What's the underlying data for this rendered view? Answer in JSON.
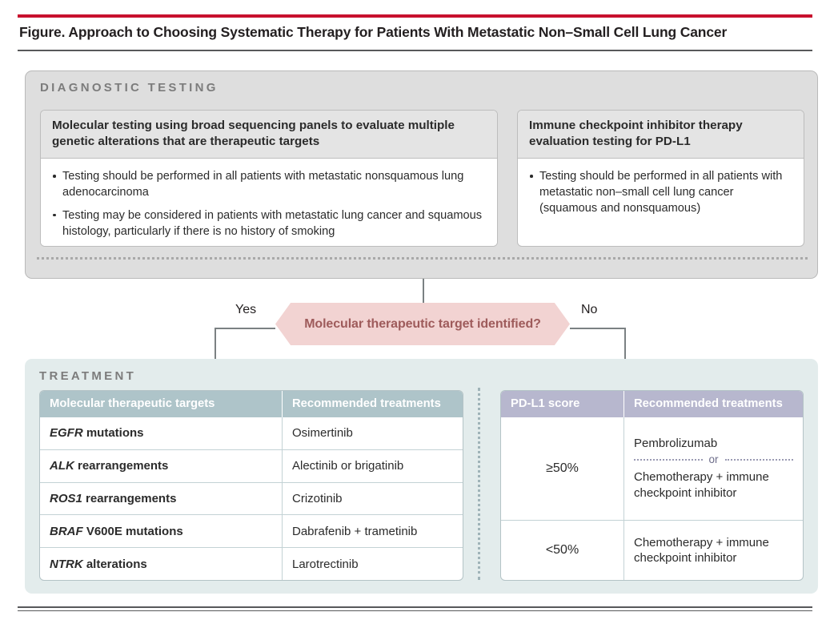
{
  "figure": {
    "title": "Figure. Approach to Choosing Systematic Therapy for Patients With Metastatic Non–Small Cell Lung Cancer",
    "accent_rule_color": "#c8102e"
  },
  "diagnostic": {
    "section_label": "DIAGNOSTIC TESTING",
    "boxes": [
      {
        "heading": "Molecular testing using broad sequencing panels to evaluate multiple genetic alterations that are therapeutic targets",
        "bullets": [
          "Testing should be performed in all patients with metastatic nonsquamous lung adenocarcinoma",
          "Testing may be considered in patients with metastatic lung cancer and squamous histology, particularly if there is no history of smoking"
        ]
      },
      {
        "heading": "Immune checkpoint inhibitor therapy evaluation testing for PD-L1",
        "bullets": [
          "Testing should be performed in all patients with metastatic non–small cell lung cancer (squamous and nonsquamous)"
        ]
      }
    ]
  },
  "decision": {
    "question": "Molecular therapeutic target identified?",
    "yes_label": "Yes",
    "no_label": "No",
    "fill_color": "#f2d3d2",
    "text_color": "#9e5b5b"
  },
  "treatment": {
    "section_label": "TREATMENT",
    "molecular_table": {
      "headers": [
        "Molecular therapeutic targets",
        "Recommended treatments"
      ],
      "header_bg": "#aec4c9",
      "rows": [
        {
          "gene": "EGFR",
          "target_rest": " mutations",
          "treatment": "Osimertinib"
        },
        {
          "gene": "ALK",
          "target_rest": " rearrangements",
          "treatment": "Alectinib or brigatinib"
        },
        {
          "gene": "ROS1",
          "target_rest": " rearrangements",
          "treatment": "Crizotinib"
        },
        {
          "gene": "BRAF",
          "target_rest": " V600E mutations",
          "treatment": "Dabrafenib + trametinib"
        },
        {
          "gene": "NTRK",
          "target_rest": " alterations",
          "treatment": "Larotrectinib"
        }
      ]
    },
    "pdl1_table": {
      "headers": [
        "PD-L1 score",
        "Recommended treatments"
      ],
      "header_bg": "#b7b7ce",
      "rows": [
        {
          "score": "≥50%",
          "treatment_option_1": "Pembrolizumab",
          "or_word": "or",
          "treatment_option_2": "Chemotherapy + immune checkpoint inhibitor"
        },
        {
          "score": "<50%",
          "treatment_option_1": "Chemotherapy + immune checkpoint inhibitor"
        }
      ]
    }
  }
}
